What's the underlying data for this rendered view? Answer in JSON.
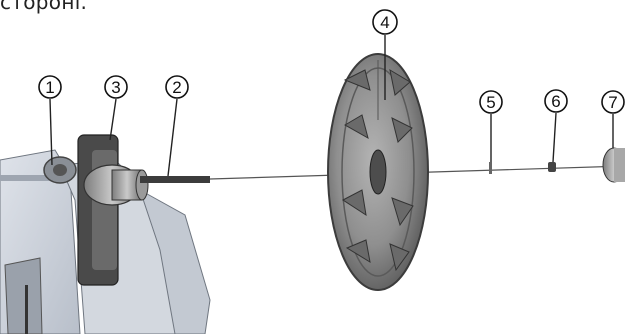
{
  "caption": "стороні.",
  "callouts": [
    "1",
    "2",
    "3",
    "4",
    "5",
    "6",
    "7"
  ]
}
